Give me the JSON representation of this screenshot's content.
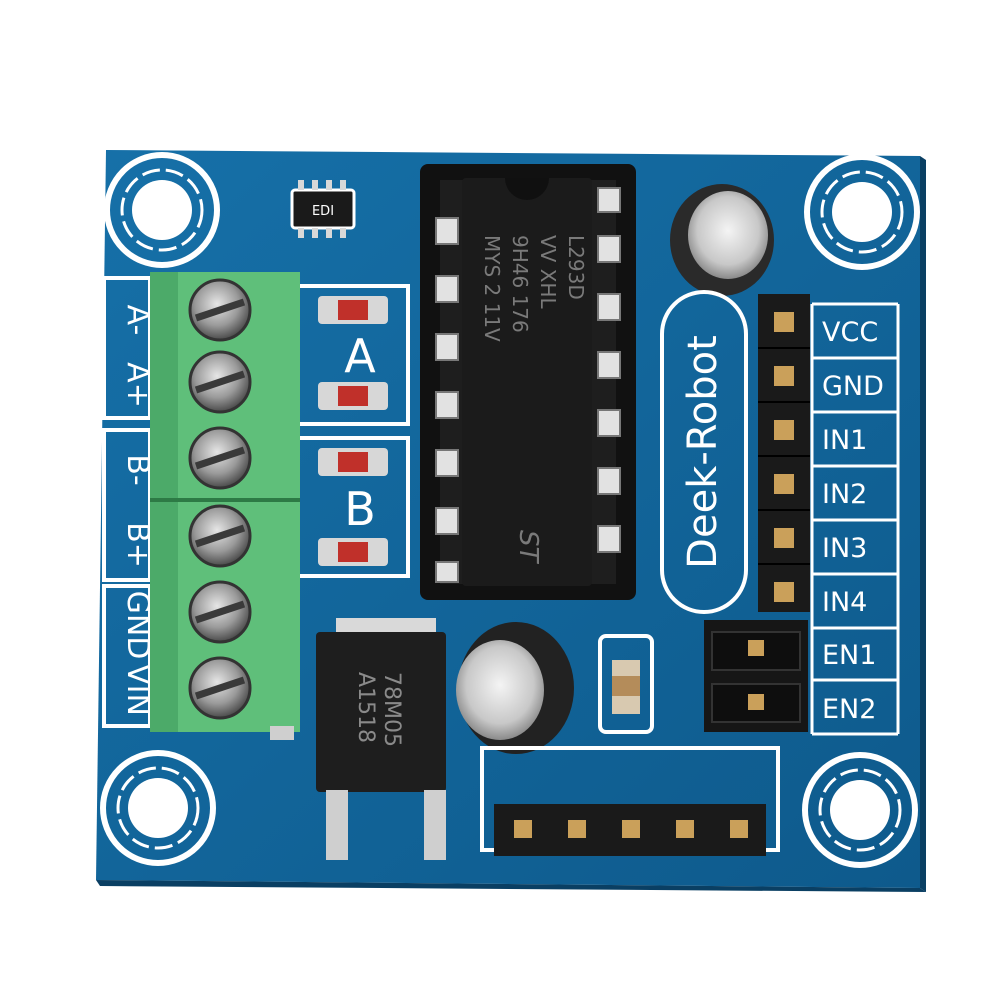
{
  "board": {
    "brand": "Deek-Robot",
    "silkscreen_pcb": "EDI"
  },
  "terminal_block": {
    "pins": [
      "A-",
      "A+",
      "B-",
      "B+",
      "GND",
      "VIN"
    ]
  },
  "motor_leds": {
    "a_label": "A",
    "b_label": "B"
  },
  "header_pins": [
    "VCC",
    "GND",
    "IN1",
    "IN2",
    "IN3",
    "IN4",
    "EN1",
    "EN2"
  ],
  "driver_chip": {
    "line1": "L293D",
    "line2": "VV XHL",
    "line3": "9H46  176",
    "line4": "MYS 2 11V"
  },
  "regulator": {
    "line1": "78M05",
    "line2": "A1518"
  },
  "colors": {
    "pcb": "#12659a",
    "pcb_dark": "#0c4f7c",
    "silkscreen": "#ffffff",
    "terminal_green": "#5fbf7a",
    "chip": "#1b1b1b"
  }
}
